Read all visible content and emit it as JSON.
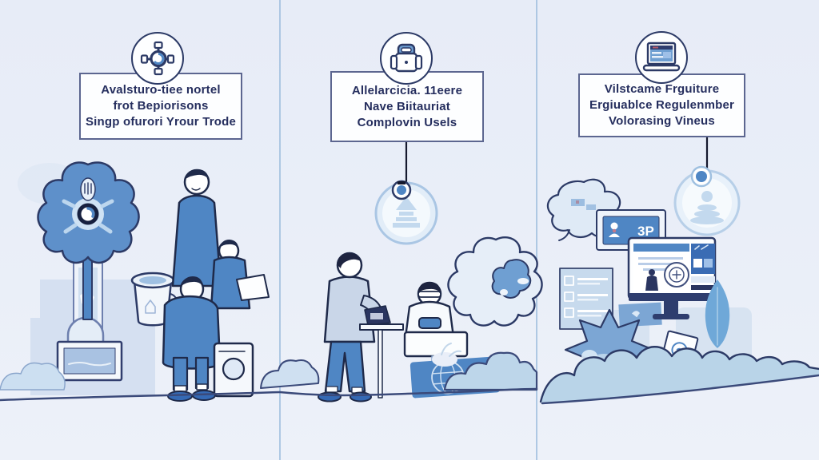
{
  "panels": [
    {
      "icon": "gear-target-icon",
      "title_lines": [
        "Avalsturo-tiee nortel",
        "frot Bepiorisons",
        "Singp ofurori Yrour Trode"
      ]
    },
    {
      "icon": "backpack-icon",
      "title_lines": [
        "Allelarcicia. 11eere",
        "Nave Biitauriat",
        "Complovin Usels"
      ]
    },
    {
      "icon": "laptop-icon",
      "title_lines": [
        "Vilstcame Frguiture",
        "Ergiuablce Regulenmber",
        "Volorasing Vineus"
      ]
    }
  ],
  "badges": {
    "screen_tag": "3P"
  },
  "colors": {
    "background": "#e9eef8",
    "card_border": "#5c6690",
    "title_text": "#252e5e",
    "accent_blue": "#4f86c4",
    "mid_blue": "#7ca6d4",
    "light_blue": "#bdd6ea",
    "outline_navy": "#1f2a4a"
  }
}
